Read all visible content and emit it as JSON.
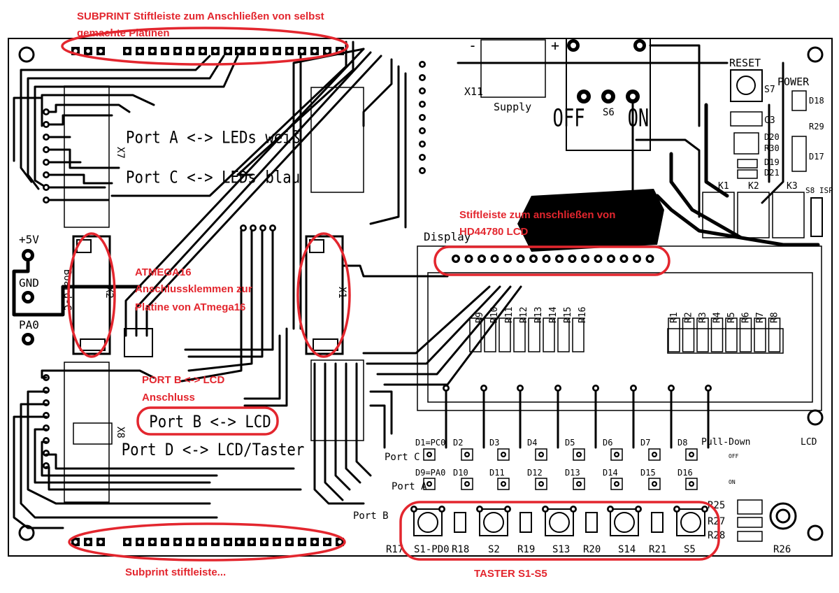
{
  "annotations": {
    "subprint_top_line1": "SUBPRINT Stiftleiste zum Anschließen von selbst",
    "subprint_top_line2": "gemachte Platinen",
    "atmega_line1": "ATMEGA16",
    "atmega_line2": "Anschlussklemmen zur",
    "atmega_line3": "Platine von ATmega16",
    "lcd_header_line1": "Stiftleiste zum anschließen von",
    "lcd_header_line2": "HD44780 LCD",
    "portb_line1": "PORT B <-> LCD",
    "portb_line2": "Anschluss",
    "subprint_bottom": "Subprint stiftleiste...",
    "taster": "TASTER S1-S5"
  },
  "silkscreen": {
    "port_a": "Port A <-> LEDs weiß",
    "port_c": "Port C <-> LEDs blau",
    "port_b": "Port B <-> LCD",
    "port_d": "Port D <-> LCD/Taster",
    "plus5v": "+5V",
    "gnd": "GND",
    "pa0": "PA0",
    "board_label": "Board-C",
    "x1": "X1",
    "x2": "X2",
    "x7": "X7",
    "x8": "X8",
    "x11": "X11",
    "supply": "Supply",
    "minus": "-",
    "plus": "+",
    "off": "OFF",
    "on": "ON",
    "s6": "S6",
    "s7": "S7",
    "reset": "RESET",
    "power": "POWER",
    "display": "Display",
    "c3": "C3",
    "d18": "D18",
    "d17": "D17",
    "d19": "D19",
    "d20": "D20",
    "d21": "D21",
    "r29": "R29",
    "r30": "R30",
    "k1": "K1",
    "k2": "K2",
    "k3": "K3",
    "isp": "S8 ISP",
    "pulldown": "Pull-Down",
    "lcd": "LCD",
    "off_small": "OFF",
    "on_small": "ON",
    "port_c_small": "Port C",
    "port_a_small": "Port A",
    "port_b_small": "Port B",
    "r25": "R25",
    "r26": "R26",
    "r27": "R27",
    "r28": "R28",
    "r17": "R17",
    "pd0": "S1-PD0",
    "r_top": [
      "R1",
      "R2",
      "R3",
      "R4",
      "R5",
      "R6",
      "R7",
      "R8"
    ],
    "r_mid": [
      "R9",
      "R10",
      "R11",
      "R12",
      "R13",
      "R14",
      "R15",
      "R16"
    ],
    "leds_top": [
      "D1=PC0",
      "D2",
      "D3",
      "D4",
      "D5",
      "D6",
      "D7",
      "D8"
    ],
    "leds_bottom": [
      "D9=PA0",
      "D10",
      "D11",
      "D12",
      "D13",
      "D14",
      "D15",
      "D16"
    ],
    "switch_labels": [
      "R18",
      "S2",
      "R19",
      "S13",
      "R20",
      "S14",
      "R21",
      "S5"
    ]
  }
}
